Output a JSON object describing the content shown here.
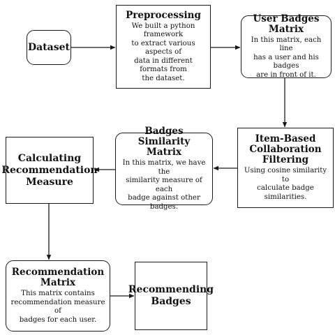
{
  "nodes": {
    "dataset": {
      "title": "Dataset"
    },
    "preprocessing": {
      "title": "Preprocessing",
      "lines": [
        "We built a python framework",
        "to extract various aspects of",
        "data in different formats from",
        "the dataset."
      ]
    },
    "user_badges_matrix": {
      "title": "User Badges Matrix",
      "lines": [
        "In this matrix, each line",
        "has a user and his badges",
        "are in front of it."
      ]
    },
    "item_based_cf": {
      "title_lines": [
        "Item-Based",
        "Collaboration",
        "Filtering"
      ],
      "lines": [
        "Using cosine similarity to",
        "calculate badge similarities."
      ]
    },
    "badges_similarity_matrix": {
      "title_lines": [
        "Badges Similarity",
        "Matrix"
      ],
      "lines": [
        "In this matrix, we have the",
        "similarity measure of each",
        "badge against other badges."
      ]
    },
    "calculating_measure": {
      "title_lines": [
        "Calculating",
        "Recommendation",
        "Measure"
      ]
    },
    "recommendation_matrix": {
      "title_lines": [
        "Recommendation",
        "Matrix"
      ],
      "lines": [
        "This matrix contains",
        "recommendation measure of",
        "badges for each user."
      ]
    },
    "recommending_badges": {
      "title_lines": [
        "Recommending",
        "Badges"
      ]
    }
  },
  "edges": [
    {
      "from": "Dataset",
      "to": "Preprocessing"
    },
    {
      "from": "Preprocessing",
      "to": "User Badges Matrix"
    },
    {
      "from": "User Badges Matrix",
      "to": "Item-Based Collaboration Filtering"
    },
    {
      "from": "Item-Based Collaboration Filtering",
      "to": "Badges Similarity Matrix"
    },
    {
      "from": "Badges Similarity Matrix",
      "to": "Calculating Recommendation Measure"
    },
    {
      "from": "Calculating Recommendation Measure",
      "to": "Recommendation Matrix"
    },
    {
      "from": "Recommendation Matrix",
      "to": "Recommending Badges"
    }
  ],
  "colors": {
    "stroke": "#1a1a1a",
    "fill": "#ffffff",
    "text": "#111111"
  }
}
